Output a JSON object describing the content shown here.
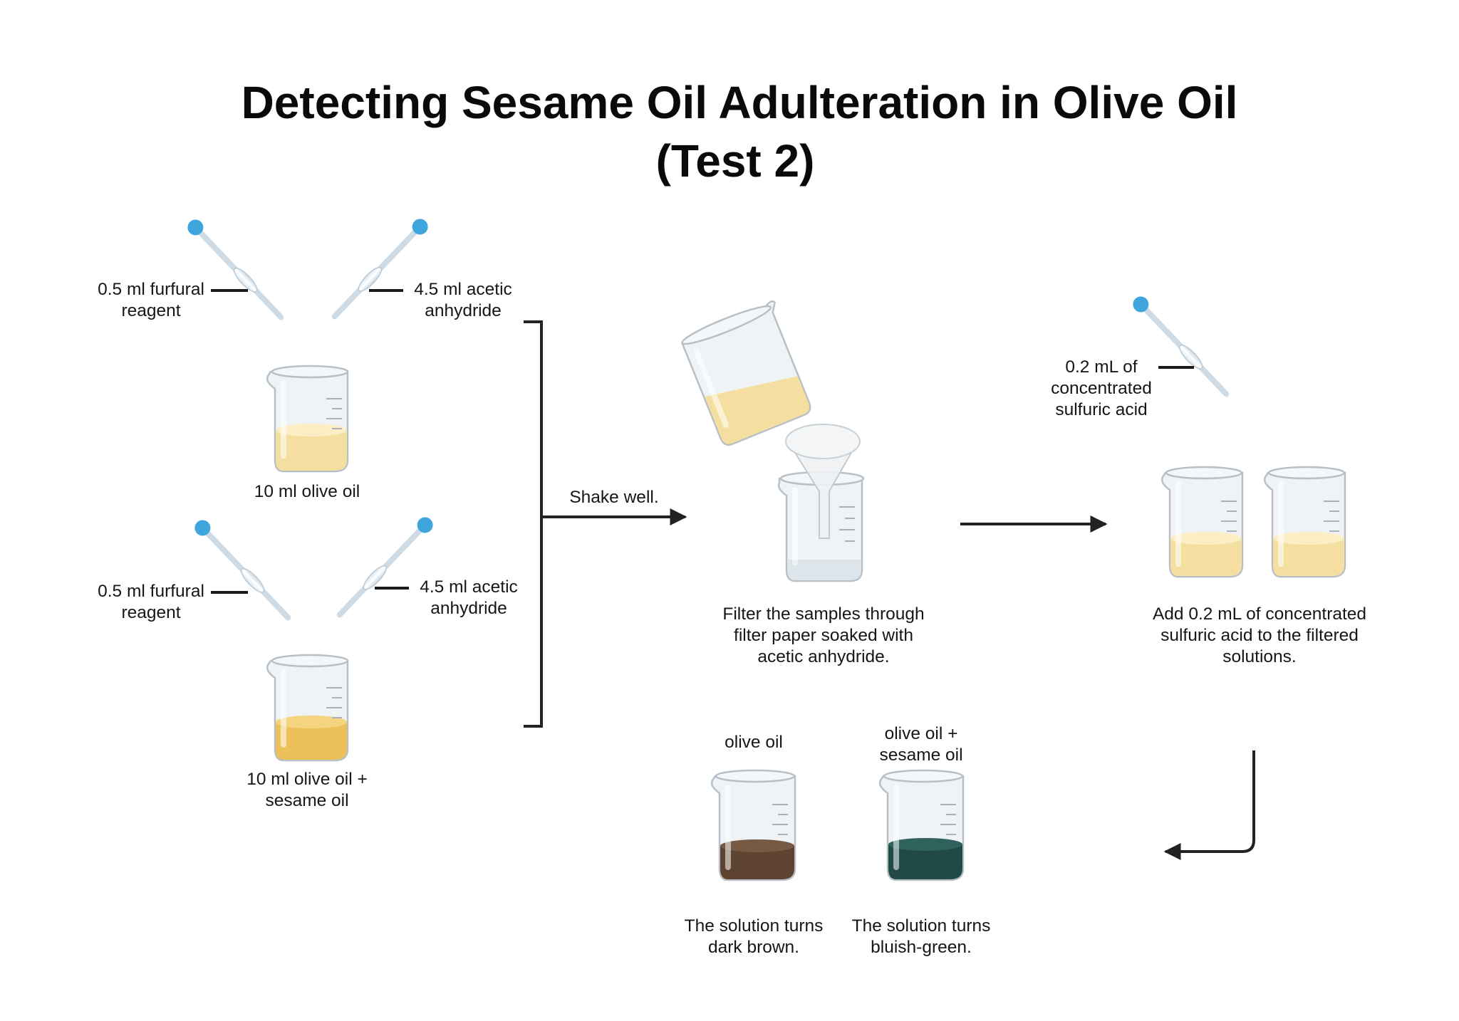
{
  "title": {
    "line1": "Detecting Sesame Oil Adulteration in Olive Oil",
    "line2": "(Test 2)"
  },
  "step1": {
    "top": {
      "left_pipette": [
        "0.5 ml furfural",
        "reagent"
      ],
      "right_pipette": [
        "4.5 ml acetic",
        "anhydride"
      ],
      "beaker": [
        "10 ml olive oil"
      ]
    },
    "bottom": {
      "left_pipette": [
        "0.5 ml furfural",
        "reagent"
      ],
      "right_pipette": [
        "4.5 ml acetic",
        "anhydride"
      ],
      "beaker": [
        "10 ml olive oil +",
        "sesame oil"
      ]
    },
    "arrow_label": "Shake well."
  },
  "step2": {
    "caption": [
      "Filter the samples through",
      "filter paper soaked with",
      "acetic anhydride."
    ]
  },
  "step3": {
    "pipette_label": [
      "0.2 mL of",
      "concentrated",
      "sulfuric acid"
    ],
    "caption": [
      "Add 0.2 mL of concentrated",
      "sulfuric acid to the filtered",
      "solutions."
    ]
  },
  "results": {
    "left": {
      "label": [
        "olive oil"
      ],
      "caption": [
        "The solution turns",
        "dark brown."
      ]
    },
    "right": {
      "label": [
        "olive oil +",
        "sesame oil"
      ],
      "caption": [
        "The solution turns",
        "bluish-green."
      ]
    }
  },
  "colors": {
    "pipette_bulb": "#3ea6dc",
    "olive_oil": "#f5dfa0",
    "olive_sesame_oil": "#edc15a",
    "dark_brown": "#5d4330",
    "bluish_green": "#214a47"
  }
}
